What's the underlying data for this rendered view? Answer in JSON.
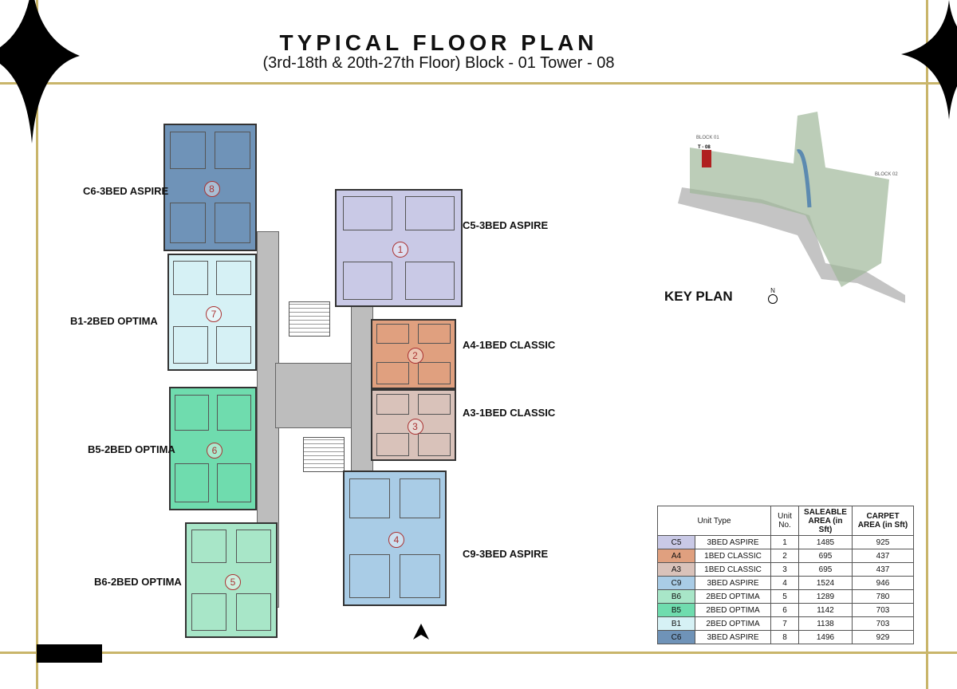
{
  "title": "TYPICAL FLOOR PLAN",
  "subtitle": "(3rd-18th & 20th-27th Floor) Block - 01  Tower - 08",
  "units": [
    {
      "code": "C5",
      "type": "3BED ASPIRE",
      "no": "1",
      "saleable": "1485",
      "carpet": "925",
      "color": "#c9c9e6",
      "label": "C5-3BED ASPIRE"
    },
    {
      "code": "A4",
      "type": "1BED CLASSIC",
      "no": "2",
      "saleable": "695",
      "carpet": "437",
      "color": "#e0a07f",
      "label": "A4-1BED CLASSIC"
    },
    {
      "code": "A3",
      "type": "1BED CLASSIC",
      "no": "3",
      "saleable": "695",
      "carpet": "437",
      "color": "#d9c2ba",
      "label": "A3-1BED CLASSIC"
    },
    {
      "code": "C9",
      "type": "3BED ASPIRE",
      "no": "4",
      "saleable": "1524",
      "carpet": "946",
      "color": "#a9cce6",
      "label": "C9-3BED ASPIRE"
    },
    {
      "code": "B6",
      "type": "2BED OPTIMA",
      "no": "5",
      "saleable": "1289",
      "carpet": "780",
      "color": "#a8e6c8",
      "label": "B6-2BED OPTIMA"
    },
    {
      "code": "B5",
      "type": "2BED OPTIMA",
      "no": "6",
      "saleable": "1142",
      "carpet": "703",
      "color": "#6fdcae",
      "label": "B5-2BED OPTIMA"
    },
    {
      "code": "B1",
      "type": "2BED OPTIMA",
      "no": "7",
      "saleable": "1138",
      "carpet": "703",
      "color": "#d6f1f5",
      "label": "B1-2BED OPTIMA"
    },
    {
      "code": "C6",
      "type": "3BED ASPIRE",
      "no": "8",
      "saleable": "1496",
      "carpet": "929",
      "color": "#6f93b8",
      "label": "C6-3BED ASPIRE"
    }
  ],
  "table": {
    "h_type": "Unit Type",
    "h_no": "Unit No.",
    "h_saleable": "SALEABLE AREA (in Sft)",
    "h_carpet": "CARPET AREA (in Sft)"
  },
  "key_plan": {
    "title": "KEY PLAN",
    "block1": "BLOCK 01",
    "block2": "BLOCK 02",
    "tower": "T - 08",
    "north": "N"
  },
  "colors": {
    "gold": "#c9b56a",
    "corridor": "#bdbdbd"
  }
}
